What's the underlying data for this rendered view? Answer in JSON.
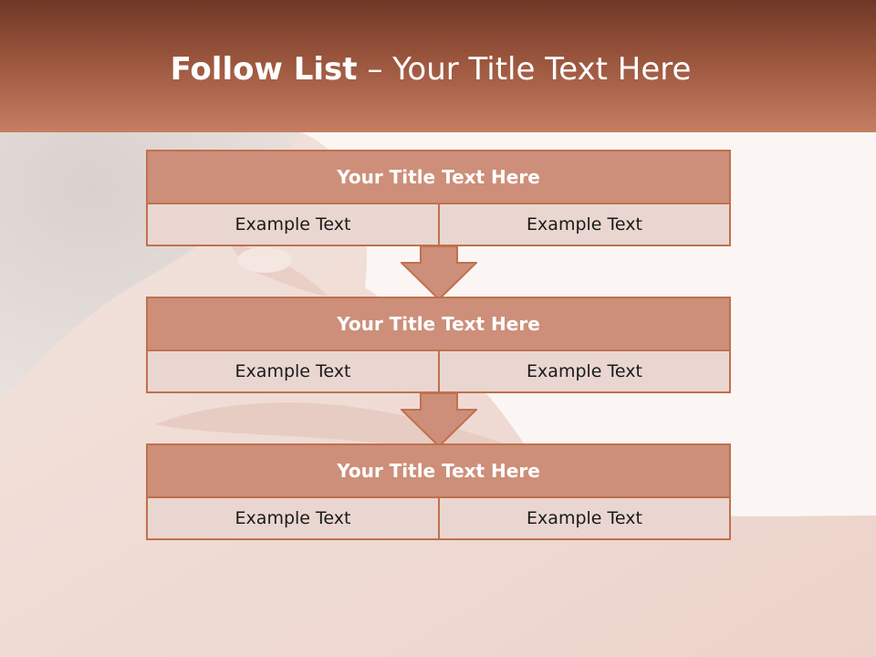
{
  "header": {
    "title_bold": "Follow List",
    "title_rest": "– Your Title Text Here"
  },
  "steps": [
    {
      "title": "Your Title Text Here",
      "left": "Example Text",
      "right": "Example Text"
    },
    {
      "title": "Your Title Text Here",
      "left": "Example Text",
      "right": "Example Text"
    },
    {
      "title": "Your Title Text Here",
      "left": "Example Text",
      "right": "Example Text"
    }
  ],
  "colors": {
    "header_dark": "#6e3826",
    "header_light": "#c67e63",
    "block_title": "#cd8f79",
    "block_cell": "#ead6d0",
    "border": "#c0704f",
    "arrow": "#cd8f79"
  },
  "icons": [
    "down-arrow-icon",
    "down-arrow-icon"
  ],
  "background_image": "woman-holding-neck-photo"
}
